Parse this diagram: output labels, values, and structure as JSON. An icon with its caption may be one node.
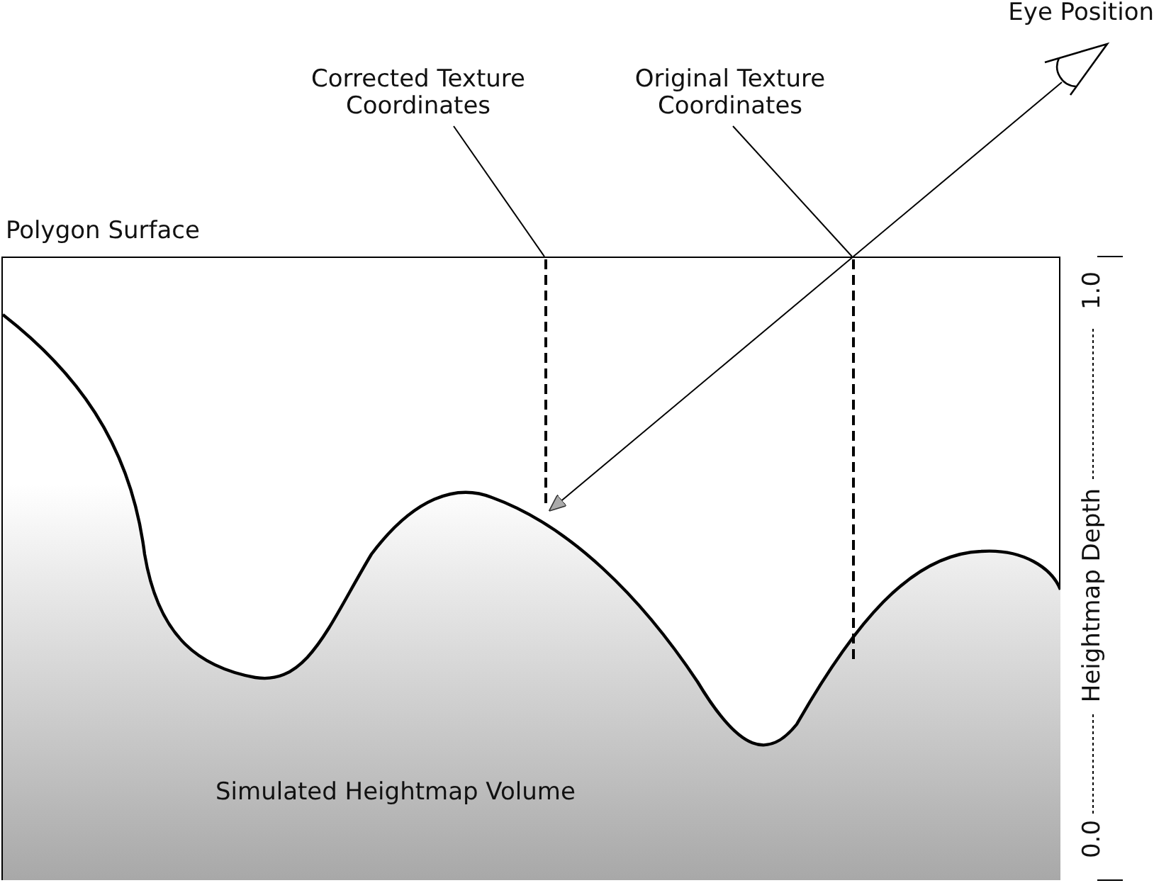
{
  "diagram": {
    "nodes": [
      {
        "text": [
          "Eye Position"
        ]
      },
      {
        "text": [
          "Corrected Texture Coordinates"
        ]
      },
      {
        "text": [
          "Original Texture Coordinates"
        ]
      },
      {
        "text": [
          "Polygon Surface"
        ]
      },
      {
        "text": [
          "Simulated Heightmap Volume"
        ],
        "in": 3
      }
    ],
    "edges": [
      {
        "from": 1,
        "to": 3,
        "arrow": "none"
      },
      {
        "from": 2,
        "to": 3,
        "arrow": "none"
      },
      {
        "from": 0,
        "to": 4,
        "arrow": "to"
      }
    ],
    "labels": [
      "1.0",
      "Heightmap Depth",
      "0.0"
    ]
  }
}
